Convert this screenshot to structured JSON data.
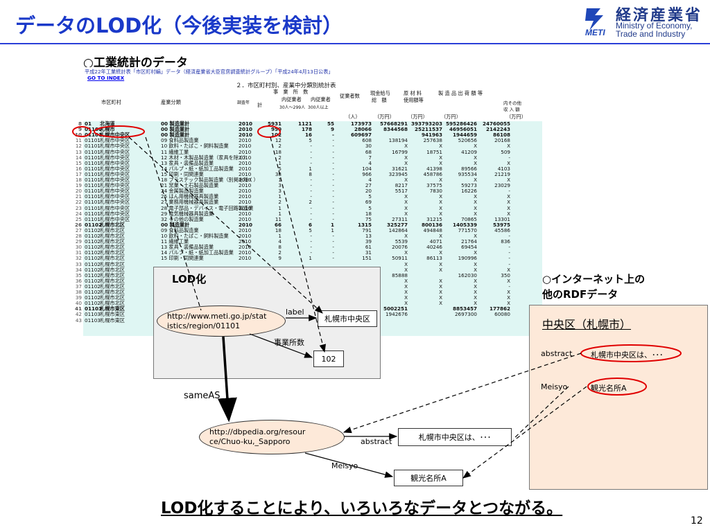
{
  "title": "データのLOD化（今後実装を検討）",
  "logo": {
    "jp": "経済産業省",
    "en_line1": "Ministry of Economy,",
    "en_line2": "Trade and Industry",
    "abbr": "METI"
  },
  "section_stats": "○工業統計のデータ",
  "section_web": "○インターネット上の",
  "section_web2": "他のRDFデータ",
  "sheet": {
    "caption": "平成22年工業統計表「市区町村編」データ（経済産業省大臣官房調査統計グループ）「平成24年4月13日公表」",
    "goto": "GO TO INDEX",
    "table_title": "２．市区町村別、産業中分類別統計表",
    "hdr_municipality": "市区町村",
    "hdr_industry": "産業分類",
    "hdr_year": "調査年",
    "hdr_establishments": "事　業　所　数",
    "hdr_total": "計",
    "hdr_e1": "内従業者",
    "hdr_e1b": "30人～299人",
    "hdr_e2": "内従業者",
    "hdr_e2b": "300人以上",
    "hdr_employees": "従業者数",
    "hdr_wages": "現金給与",
    "hdr_wages2": "総　額",
    "hdr_materials": "原 材 料",
    "hdr_materials2": "使用額等",
    "hdr_shipments": "製 造 品 出 荷 額 等",
    "hdr_other": "内その他",
    "hdr_other2": "収 入 額",
    "unit_person": "（人）",
    "unit_yen": "（万円）",
    "rows": [
      {
        "n": "8",
        "code": "01",
        "name": "北海道",
        "ind": "00 製造業計",
        "yr": "2010",
        "c1": "5931",
        "c2": "1121",
        "c3": "55",
        "c4": "173973",
        "c5": "57668291",
        "c6": "393793203",
        "c7": "595286426",
        "c8": "24760055",
        "bold": true
      },
      {
        "n": "9",
        "code": "01100",
        "name": "札幌市",
        "ind": "00 製造業計",
        "yr": "2010",
        "c1": "950",
        "c2": "178",
        "c3": "9",
        "c4": "28066",
        "c5": "8344568",
        "c6": "25211537",
        "c7": "46956051",
        "c8": "2142243",
        "bold": true
      },
      {
        "n": "10",
        "code": "01101",
        "name": "札幌市中央区",
        "ind": "00 製造業計",
        "yr": "2010",
        "c1": "102",
        "c2": "16",
        "c3": "-",
        "c4": "609697",
        "c5": "",
        "c6": "941963",
        "c7": "1944659",
        "c8": "86108",
        "bold": true
      },
      {
        "n": "11",
        "code": "01101",
        "name": "札幌市中央区",
        "ind": "09 食料品製造業",
        "yr": "2010",
        "c1": "12",
        "c2": "5",
        "c3": "-",
        "c4": "608",
        "c5": "138194",
        "c6": "257638",
        "c7": "520656",
        "c8": "20168"
      },
      {
        "n": "12",
        "code": "01101",
        "name": "札幌市中央区",
        "ind": "10 飲料・たばこ・飼料製造業",
        "yr": "2010",
        "c1": "2",
        "c2": "-",
        "c3": "-",
        "c4": "30",
        "c5": "X",
        "c6": "X",
        "c7": "X",
        "c8": "X"
      },
      {
        "n": "13",
        "code": "01101",
        "name": "札幌市中央区",
        "ind": "11 繊維工業",
        "yr": "2010",
        "c1": "18",
        "c2": "-",
        "c3": "-",
        "c4": "68",
        "c5": "16799",
        "c6": "18751",
        "c7": "41209",
        "c8": "509"
      },
      {
        "n": "14",
        "code": "01101",
        "name": "札幌市中央区",
        "ind": "12 木材・木製品製造業（家具を除く）",
        "yr": "2010",
        "c1": "2",
        "c2": "-",
        "c3": "-",
        "c4": "7",
        "c5": "X",
        "c6": "X",
        "c7": "X",
        "c8": "-"
      },
      {
        "n": "15",
        "code": "01101",
        "name": "札幌市中央区",
        "ind": "13 家具・装備品製造業",
        "yr": "2010",
        "c1": "1",
        "c2": "-",
        "c3": "-",
        "c4": "4",
        "c5": "X",
        "c6": "X",
        "c7": "X",
        "c8": "X"
      },
      {
        "n": "16",
        "code": "01101",
        "name": "札幌市中央区",
        "ind": "14 パルプ・紙・紙加工品製造業",
        "yr": "2010",
        "c1": "5",
        "c2": "1",
        "c3": "-",
        "c4": "104",
        "c5": "31621",
        "c6": "41398",
        "c7": "89566",
        "c8": "4103"
      },
      {
        "n": "17",
        "code": "01101",
        "name": "札幌市中央区",
        "ind": "15 印刷・同関連業",
        "yr": "2010",
        "c1": "38",
        "c2": "8",
        "c3": "-",
        "c4": "966",
        "c5": "323945",
        "c6": "458786",
        "c7": "935534",
        "c8": "21219"
      },
      {
        "n": "18",
        "code": "01101",
        "name": "札幌市中央区",
        "ind": "18 プラスチック製品製造業（別掲を除く）",
        "yr": "2010",
        "c1": "1",
        "c2": "-",
        "c3": "-",
        "c4": "4",
        "c5": "X",
        "c6": "X",
        "c7": "X",
        "c8": "X"
      },
      {
        "n": "19",
        "code": "01101",
        "name": "札幌市中央区",
        "ind": "21 窯業・土石製品製造業",
        "yr": "2010",
        "c1": "3",
        "c2": "-",
        "c3": "-",
        "c4": "27",
        "c5": "8217",
        "c6": "37575",
        "c7": "59273",
        "c8": "23029"
      },
      {
        "n": "20",
        "code": "01101",
        "name": "札幌市中央区",
        "ind": "24 金属製品製造業",
        "yr": "2010",
        "c1": "3",
        "c2": "-",
        "c3": "-",
        "c4": "20",
        "c5": "5517",
        "c6": "7830",
        "c7": "16226",
        "c8": "-"
      },
      {
        "n": "21",
        "code": "01101",
        "name": "札幌市中央区",
        "ind": "25 はん用機械器具製造業",
        "yr": "2010",
        "c1": "1",
        "c2": "-",
        "c3": "-",
        "c4": "5",
        "c5": "X",
        "c6": "X",
        "c7": "X",
        "c8": "X"
      },
      {
        "n": "22",
        "code": "01101",
        "name": "札幌市中央区",
        "ind": "27 業務用機械器具製造業",
        "yr": "2010",
        "c1": "2",
        "c2": "2",
        "c3": "-",
        "c4": "69",
        "c5": "X",
        "c6": "X",
        "c7": "X",
        "c8": "X"
      },
      {
        "n": "23",
        "code": "01101",
        "name": "札幌市中央区",
        "ind": "28 電子部品・デバイス・電子回路製造業",
        "yr": "2010",
        "c1": "1",
        "c2": "-",
        "c3": "-",
        "c4": "5",
        "c5": "X",
        "c6": "X",
        "c7": "X",
        "c8": "X"
      },
      {
        "n": "24",
        "code": "01101",
        "name": "札幌市中央区",
        "ind": "29 電気機械器具製造業",
        "yr": "2010",
        "c1": "1",
        "c2": "-",
        "c3": "-",
        "c4": "18",
        "c5": "X",
        "c6": "X",
        "c7": "X",
        "c8": "X"
      },
      {
        "n": "25",
        "code": "01101",
        "name": "札幌市中央区",
        "ind": "32 その他の製造業",
        "yr": "2010",
        "c1": "11",
        "c2": "-",
        "c3": "-",
        "c4": "75",
        "c5": "27311",
        "c6": "31215",
        "c7": "70865",
        "c8": "13301"
      },
      {
        "n": "26",
        "code": "01102",
        "name": "札幌市北区",
        "ind": "00 製造業計",
        "yr": "2010",
        "c1": "66",
        "c2": "6",
        "c3": "1",
        "c4": "1315",
        "c5": "325277",
        "c6": "800136",
        "c7": "1405339",
        "c8": "53975",
        "bold": true
      },
      {
        "n": "27",
        "code": "01102",
        "name": "札幌市北区",
        "ind": "09 食料品製造業",
        "yr": "2010",
        "c1": "18",
        "c2": "5",
        "c3": "1",
        "c4": "791",
        "c5": "142864",
        "c6": "494848",
        "c7": "771570",
        "c8": "45586"
      },
      {
        "n": "28",
        "code": "01102",
        "name": "札幌市北区",
        "ind": "10 飲料・たばこ・飼料製造業",
        "yr": "2010",
        "c1": "1",
        "c2": "-",
        "c3": "-",
        "c4": "13",
        "c5": "X",
        "c6": "X",
        "c7": "X",
        "c8": "-"
      },
      {
        "n": "29",
        "code": "01102",
        "name": "札幌市北区",
        "ind": "11 繊維工業",
        "yr": "2010",
        "c1": "4",
        "c2": "-",
        "c3": "-",
        "c4": "39",
        "c5": "5539",
        "c6": "4071",
        "c7": "21764",
        "c8": "836"
      },
      {
        "n": "30",
        "code": "01102",
        "name": "札幌市北区",
        "ind": "13 家具・装備品製造業",
        "yr": "2010",
        "c1": "8",
        "c2": "-",
        "c3": "-",
        "c4": "61",
        "c5": "20076",
        "c6": "40246",
        "c7": "69454",
        "c8": "-"
      },
      {
        "n": "31",
        "code": "01102",
        "name": "札幌市北区",
        "ind": "14 パルプ・紙・紙加工品製造業",
        "yr": "2010",
        "c1": "2",
        "c2": "-",
        "c3": "-",
        "c4": "31",
        "c5": "X",
        "c6": "X",
        "c7": "X",
        "c8": "-"
      },
      {
        "n": "32",
        "code": "01102",
        "name": "札幌市北区",
        "ind": "15 印刷・同関連業",
        "yr": "2010",
        "c1": "9",
        "c2": "1",
        "c3": "-",
        "c4": "151",
        "c5": "50911",
        "c6": "86113",
        "c7": "190996",
        "c8": "-"
      }
    ],
    "lower_rows": [
      {
        "n": "33",
        "code": "01102",
        "name": "札幌市北区",
        "c5": "X",
        "c6": "X",
        "c7": "X",
        "c8": "-"
      },
      {
        "n": "34",
        "code": "01102",
        "name": "札幌市北区",
        "c5": "X",
        "c6": "X",
        "c7": "X",
        "c8": "X"
      },
      {
        "n": "35",
        "code": "01102",
        "name": "札幌市北区",
        "c5": "85888",
        "c6": "",
        "c7": "162030",
        "c8": "350"
      },
      {
        "n": "36",
        "code": "01102",
        "name": "札幌市北区",
        "c5": "X",
        "c6": "X",
        "c7": "X",
        "c8": "X"
      },
      {
        "n": "37",
        "code": "01102",
        "name": "札幌市北区",
        "c5": "X",
        "c6": "X",
        "c7": "X",
        "c8": "-"
      },
      {
        "n": "38",
        "code": "01102",
        "name": "札幌市北区",
        "c5": "X",
        "c6": "X",
        "c7": "X",
        "c8": "X"
      },
      {
        "n": "39",
        "code": "01102",
        "name": "札幌市北区",
        "c5": "X",
        "c6": "X",
        "c7": "X",
        "c8": "X"
      },
      {
        "n": "40",
        "code": "01102",
        "name": "札幌市北区",
        "c5": "X",
        "c6": "X",
        "c7": "X",
        "c8": "X"
      },
      {
        "n": "41",
        "code": "01103",
        "name": "札幌市東区",
        "c5": "5002251",
        "c6": "",
        "c7": "8853457",
        "c8": "177862",
        "bold": true
      },
      {
        "n": "42",
        "code": "01103",
        "name": "札幌市東区",
        "c5": "1942676",
        "c6": "",
        "c7": "2697300",
        "c8": "60080"
      },
      {
        "n": "43",
        "code": "01103",
        "name": "札幌市東区",
        "c5": "",
        "c6": "",
        "c7": "",
        "c8": ""
      }
    ]
  },
  "lod": {
    "title": "LOD化",
    "uri_line1": "http://www.meti.go.jp/stat",
    "uri_line2": "istics/region/01101",
    "label_edge": "label",
    "label_value": "札幌市中央区",
    "estab_edge": "事業所数",
    "estab_value": "102",
    "sameas": "sameAS"
  },
  "dbpedia": {
    "uri_line1": "http://dbpedia.org/resour",
    "uri_line2": "ce/Chuo-ku,_Sapporo",
    "abstract_edge": "abstract",
    "abstract_value": "札幌市中央区は、･･･",
    "meisyo_edge": "Meisyo",
    "meisyo_value": "観光名所A"
  },
  "rdf_panel": {
    "heading": "中央区（札幌市）",
    "abstract_key": "abstract",
    "abstract_val": "札幌市中央区は、･･･",
    "meisyo_key": "Meisyo",
    "meisyo_val": "観光名所A"
  },
  "footer": {
    "statement": "LOD化することにより、いろいろなデータとつながる。",
    "page": "12"
  },
  "colors": {
    "title": "#1a39c9",
    "accent_red": "#e00000",
    "sheet_bg": "#dff6f3",
    "rdf_bg": "#fde9d9",
    "node_bg": "#fde9d9"
  }
}
